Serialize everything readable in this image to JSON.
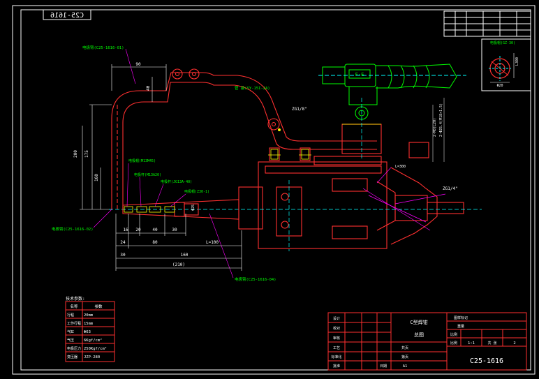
{
  "colors": {
    "background": "#000000",
    "frame": "#ffffff",
    "part_outline": "#ff0000",
    "dimension": "#ffffff",
    "label_green": "#00ff00",
    "label_yellow": "#ffff00",
    "handle": "#00ff00",
    "leader": "#ff00ff",
    "centerline": "#00ffff"
  },
  "mirror_id": "C25-1616",
  "drawing_number": "C25-1616",
  "labels": {
    "arm_top": "电极臂(C25-1616-01)",
    "arm_left": "电极臂(C25-1616-02)",
    "arm_bottom": "电极臂(C25-1616-04)",
    "cable": "管 接(SY-15I-2A)",
    "cap1": "电极帽(M13M45)",
    "cap2": "电极杆(M13A20)",
    "cap3": "电极杆(JG13A-40)",
    "cap4": "电极帽(Z30-1)",
    "handle_text": "F-E",
    "inset_title": "电极帽(GZ-30)"
  },
  "dimensions": {
    "d90": "90",
    "d40": "40",
    "d200": "200",
    "d175": "175",
    "d160": "160",
    "d25": "Φ25",
    "d16": "16",
    "d20": "20",
    "d40b": "40",
    "d30": "30",
    "d24": "24",
    "d80": "80",
    "d30b": "30",
    "d160b": "160",
    "d210": "(210)",
    "dL": "L=100",
    "angle1": "ZG1/8\"",
    "angle2": "ZG1/4\"",
    "stroke": "L=300",
    "thread1": "2-M8(L20)",
    "thread2": "2-Φ25.4(M18×1.5)",
    "inset_dim1": "Φ20",
    "inset_dim2": "L300"
  },
  "specs": {
    "title": "技术参数:",
    "header": [
      "名称",
      "参数"
    ],
    "rows": [
      [
        "行程",
        "20mm"
      ],
      [
        "工作行程",
        "15mm"
      ],
      [
        "气缸",
        "Φ63"
      ],
      [
        "气压",
        "6Kgf/cm²"
      ],
      [
        "电极压力",
        "250Kgf/cm²"
      ],
      [
        "变压器",
        "JZP-280"
      ]
    ]
  },
  "title_block": {
    "row_labels": [
      "设计",
      "校对",
      "审核",
      "工艺",
      "标准化",
      "批准"
    ],
    "name1": "C型焊钳",
    "name2": "总图",
    "right_rows": [
      "图样标记",
      "重量",
      "比例"
    ],
    "scale": "1:1",
    "sheets_label": "共 张",
    "sheets_value": "2",
    "mid_labels": [
      "共页",
      "第页"
    ],
    "format": "A1",
    "date_label": "日期",
    "inset_label": "比例"
  }
}
